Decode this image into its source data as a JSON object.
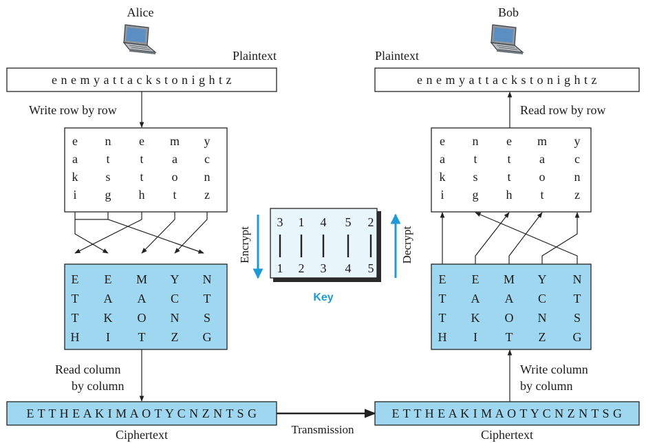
{
  "sender": {
    "name": "Alice",
    "plaintext_label": "Plaintext",
    "plaintext": "e n e m y a t t a c k s t o n i g h t z",
    "write_label": "Write row by row",
    "read_label_1": "Read column",
    "read_label_2": "by column",
    "ciphertext_label": "Ciphertext",
    "ciphertext": "E T T H E A K I M A O T Y C N Z N T S G"
  },
  "receiver": {
    "name": "Bob",
    "plaintext_label": "Plaintext",
    "plaintext": "e n e m y a t t a c k s t o n i g h t z",
    "read_label": "Read row by row",
    "write_label_1": "Write column",
    "write_label_2": "by column",
    "ciphertext_label": "Ciphertext",
    "ciphertext": "E T T H E A K I M A O T Y C N Z N T S G"
  },
  "transmission_label": "Transmission",
  "grid_plain": [
    [
      "e",
      "n",
      "e",
      "m",
      "y"
    ],
    [
      "a",
      "t",
      "t",
      "a",
      "c"
    ],
    [
      "k",
      "s",
      "t",
      "o",
      "n"
    ],
    [
      "i",
      "g",
      "h",
      "t",
      "z"
    ]
  ],
  "grid_cipher": [
    [
      "E",
      "E",
      "M",
      "Y",
      "N"
    ],
    [
      "T",
      "A",
      "A",
      "C",
      "T"
    ],
    [
      "T",
      "K",
      "O",
      "N",
      "S"
    ],
    [
      "H",
      "I",
      "T",
      "Z",
      "G"
    ]
  ],
  "key": {
    "label": "Key",
    "top": [
      "3",
      "1",
      "4",
      "5",
      "2"
    ],
    "bottom": [
      "1",
      "2",
      "3",
      "4",
      "5"
    ],
    "encrypt_label": "Encrypt",
    "decrypt_label": "Decrypt"
  },
  "icons": [
    "laptop-icon",
    "laptop-icon"
  ],
  "colors": {
    "cipher_fill": "#9fd7f1",
    "key_accent": "#1f9ad6",
    "key_fill": "#e8f5fb",
    "key_shadow": "#2b2b2b"
  }
}
